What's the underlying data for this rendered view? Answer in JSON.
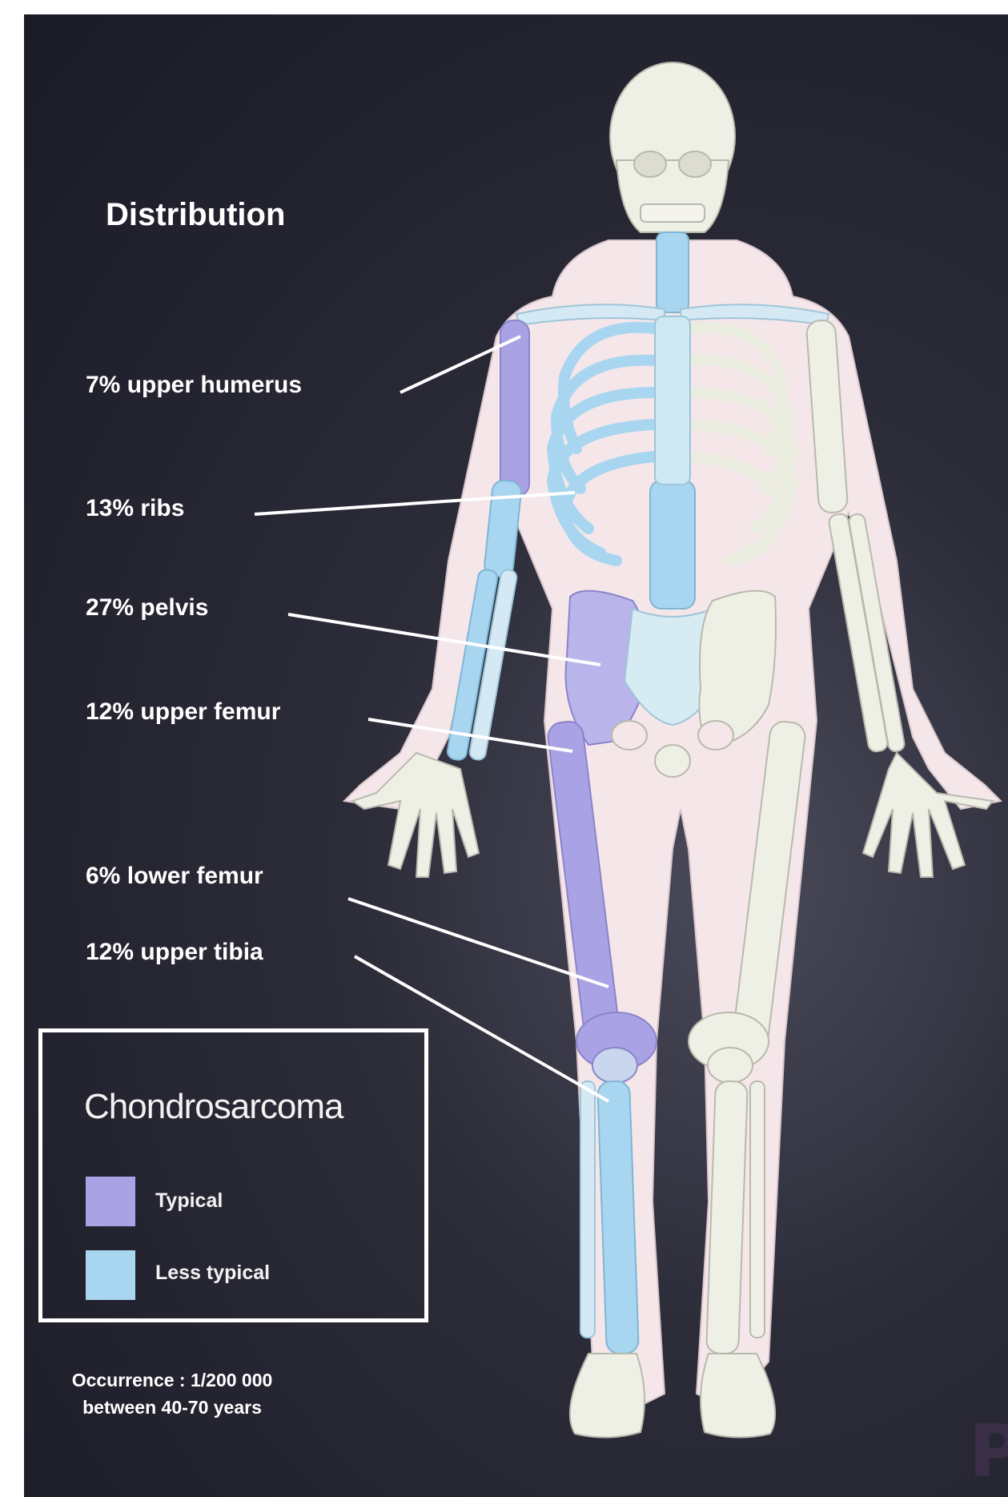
{
  "title": "Distribution",
  "sites": [
    {
      "label": "7% upper humerus"
    },
    {
      "label": "13% ribs"
    },
    {
      "label": "27% pelvis"
    },
    {
      "label": "12% upper femur"
    },
    {
      "label": "6% lower femur"
    },
    {
      "label": "12% upper tibia"
    }
  ],
  "legend": {
    "title": "Chondrosarcoma",
    "items": [
      {
        "label": "Typical",
        "color": "#a9a2e4"
      },
      {
        "label": "Less typical",
        "color": "#a8d6f0"
      }
    ]
  },
  "occurrence": {
    "line1": "Occurrence : 1/200 000",
    "line2": "between  40-70 years"
  },
  "colors": {
    "background": "#22222e",
    "bone": "#eef0e6",
    "skin": "#f6e8ea",
    "typical": "#a9a2e4",
    "less_typical": "#a8d6f0"
  }
}
